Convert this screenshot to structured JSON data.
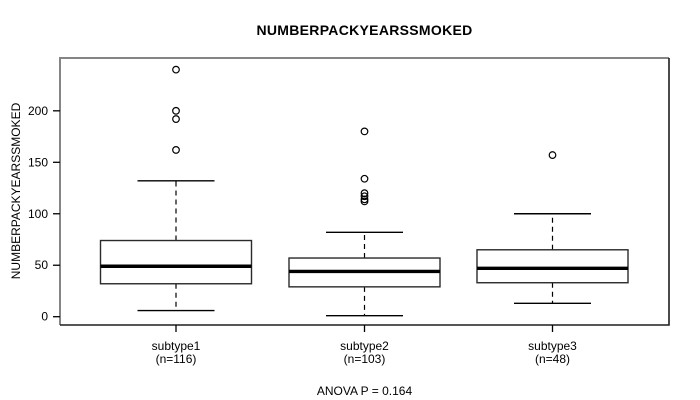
{
  "chart_data": {
    "type": "boxplot",
    "title": "NUMBERPACKYEARSSMOKED",
    "ylabel": "NUMBERPACKYEARSSMOKED",
    "footer": "ANOVA P = 0.164",
    "y_axis": {
      "ticks": [
        0,
        50,
        100,
        150,
        200
      ],
      "range": [
        -8,
        251
      ],
      "grid": false
    },
    "groups": [
      {
        "label": "subtype1",
        "n_label": "(n=116)",
        "n": 116,
        "whisker_low": 6,
        "q1": 32,
        "median": 49,
        "q3": 74,
        "whisker_high": 132,
        "outliers": [
          162,
          192,
          200,
          240
        ]
      },
      {
        "label": "subtype2",
        "n_label": "(n=103)",
        "n": 103,
        "whisker_low": 1,
        "q1": 29,
        "median": 44,
        "q3": 57,
        "whisker_high": 82,
        "outliers": [
          112,
          114,
          117,
          120,
          134,
          180
        ]
      },
      {
        "label": "subtype3",
        "n_label": "(n=48)",
        "n": 48,
        "whisker_low": 13,
        "q1": 33,
        "median": 47,
        "q3": 65,
        "whisker_high": 100,
        "outliers": [
          157
        ]
      }
    ],
    "colors": {
      "line": "#000000",
      "box_fill": "#ffffff",
      "border_light": "#858585",
      "border_dark": "#1f1f1f",
      "background": "#ffffff"
    }
  }
}
